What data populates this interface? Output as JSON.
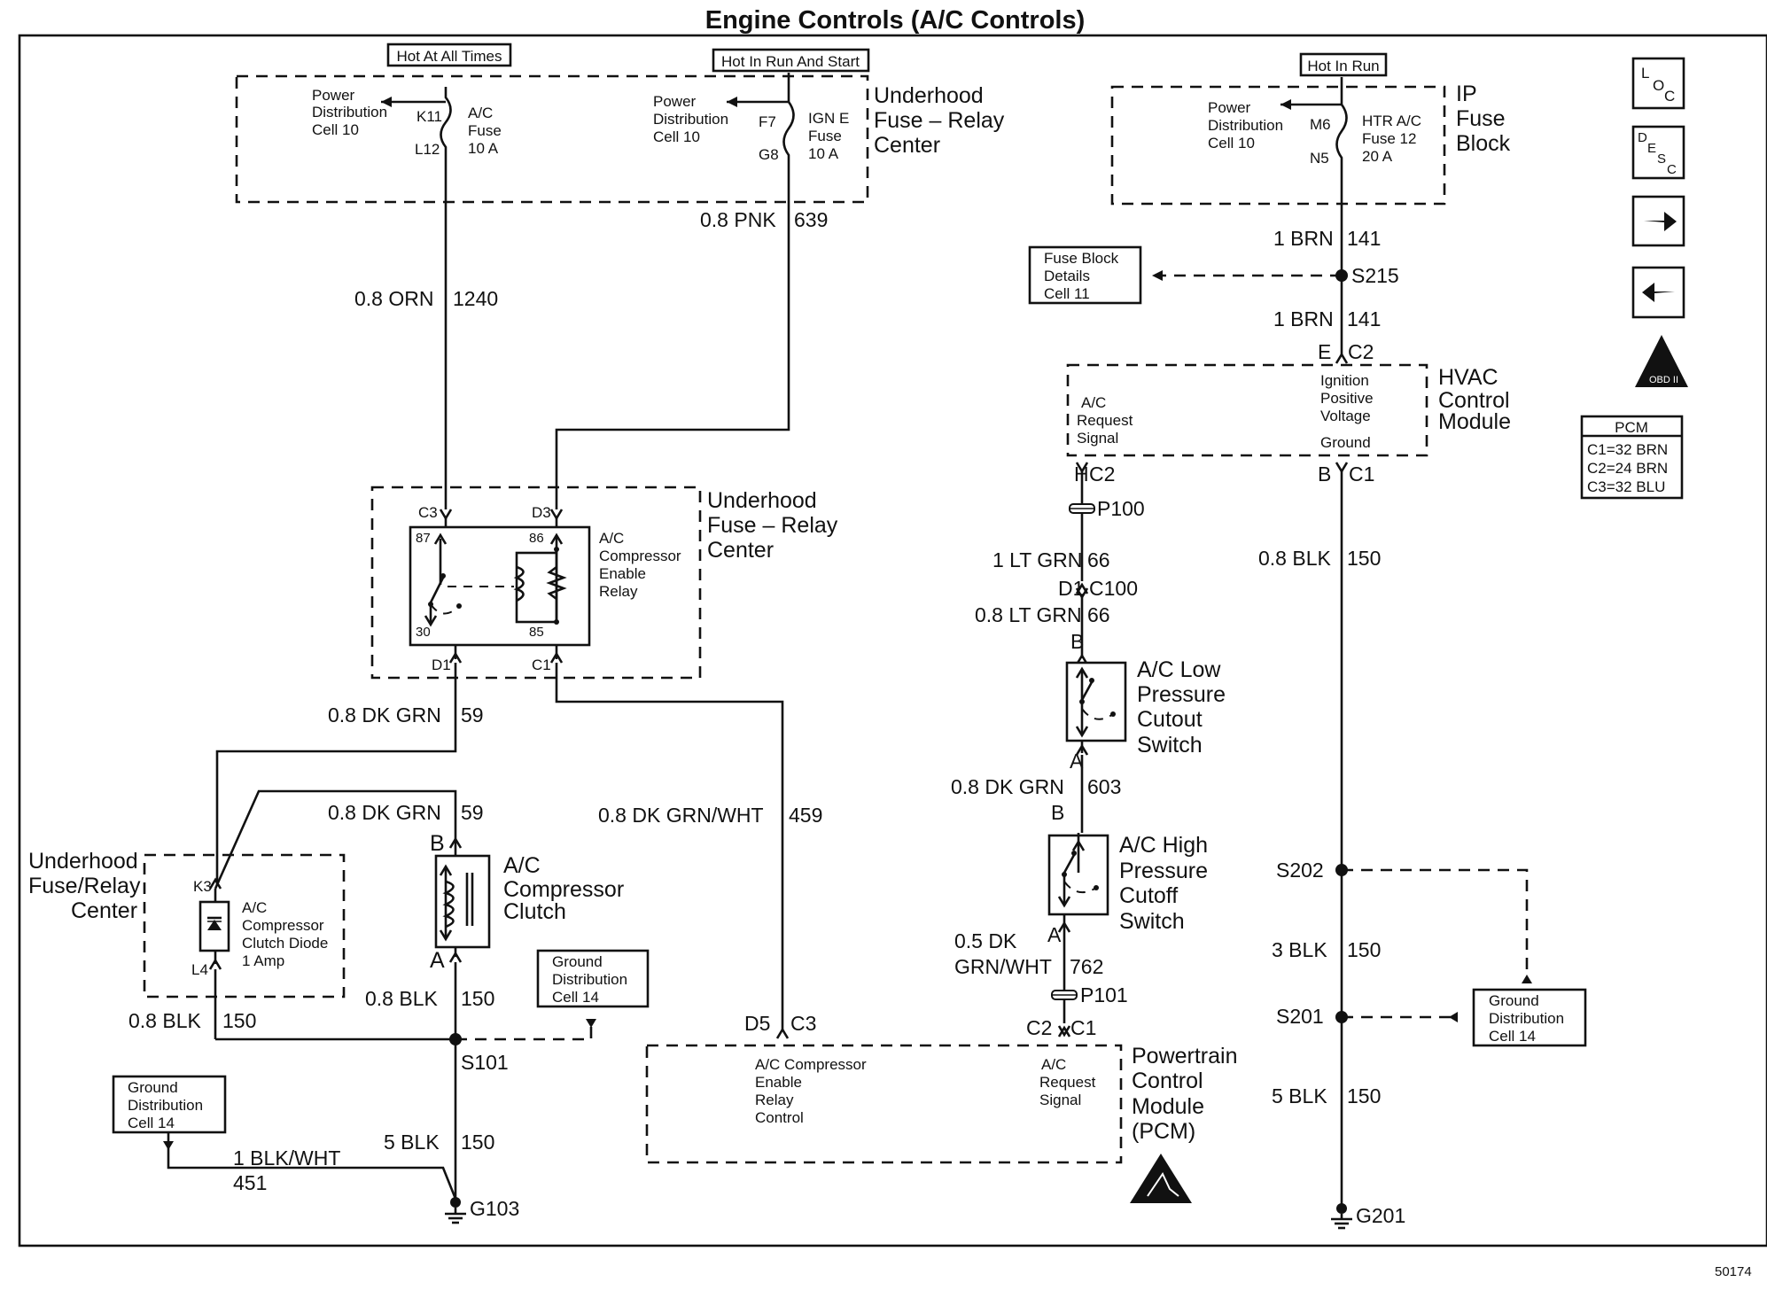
{
  "title": "Engine Controls (A/C Controls)",
  "figure_number": "50174",
  "nav_icons": {
    "loc": "LOC",
    "desc": "DESC",
    "forward": "right-arrow-icon",
    "back": "left-arrow-icon",
    "obd": "OBD II"
  },
  "pcm_table": {
    "header": "PCM",
    "rows": [
      "C1=32 BRN",
      "C2=24 BRN",
      "C3=32 BLU"
    ]
  },
  "hot_labels": {
    "all_times": "Hot At All Times",
    "run_start": "Hot In Run And Start",
    "run": "Hot In Run"
  },
  "underhood_fuse_top": {
    "name_lines": [
      "Underhood",
      "Fuse – Relay",
      "Center"
    ],
    "pd1_lines": [
      "Power",
      "Distribution",
      "Cell 10"
    ],
    "pd2_lines": [
      "Power",
      "Distribution",
      "Cell 10"
    ],
    "fuse1": {
      "pin_in": "K11",
      "pin_out": "L12",
      "lines": [
        "A/C",
        "Fuse",
        "10 A"
      ]
    },
    "fuse2": {
      "pin_in": "F7",
      "pin_out": "G8",
      "lines": [
        "IGN E",
        "Fuse",
        "10 A"
      ]
    }
  },
  "ip_fuse_block": {
    "name_lines": [
      "IP",
      "Fuse",
      "Block"
    ],
    "pd_lines": [
      "Power",
      "Distribution",
      "Cell 10"
    ],
    "pin_in": "M6",
    "pin_out": "N5",
    "fuse_lines": [
      "HTR A/C",
      "Fuse 12",
      "20 A"
    ]
  },
  "wires": {
    "w1240": {
      "color": "0.8 ORN",
      "circuit": "1240"
    },
    "w639": {
      "color": "0.8 PNK",
      "circuit": "639"
    },
    "w59a": {
      "color": "0.8 DK GRN",
      "circuit": "59"
    },
    "w59b": {
      "color": "0.8 DK GRN",
      "circuit": "59"
    },
    "w459": {
      "color": "0.8 DK GRN/WHT",
      "circuit": "459"
    },
    "w150a": {
      "color": "0.8 BLK",
      "circuit": "150"
    },
    "w150b": {
      "color": "0.8 BLK",
      "circuit": "150"
    },
    "w150c": {
      "color": "5 BLK",
      "circuit": "150"
    },
    "w451": {
      "color": "1 BLK/WHT",
      "circuit": "451"
    },
    "w141a": {
      "color": "1 BRN",
      "circuit": "141"
    },
    "w141b": {
      "color": "1 BRN",
      "circuit": "141"
    },
    "w66a": {
      "color": "1 LT GRN",
      "circuit": "66"
    },
    "w66b": {
      "color": "0.8 LT GRN",
      "circuit": "66"
    },
    "w603": {
      "color": "0.8 DK GRN",
      "circuit": "603"
    },
    "w762": {
      "color_lines": [
        "0.5 DK",
        "GRN/WHT"
      ],
      "circuit": "762"
    },
    "w150d": {
      "color": "0.8 BLK",
      "circuit": "150"
    },
    "w150e": {
      "color": "3 BLK",
      "circuit": "150"
    },
    "w150f": {
      "color": "5 BLK",
      "circuit": "150"
    }
  },
  "relay_center": {
    "name_lines": [
      "Underhood",
      "Fuse – Relay",
      "Center"
    ],
    "relay_lines": [
      "A/C",
      "Compressor",
      "Enable",
      "Relay"
    ],
    "conn": {
      "c3": "C3",
      "d3": "D3",
      "d1": "D1",
      "c1": "C1"
    },
    "pins": {
      "p87": "87",
      "p86": "86",
      "p30": "30",
      "p85": "85"
    }
  },
  "diode_center": {
    "name_lines": [
      "Underhood",
      "Fuse/Relay",
      "Center"
    ],
    "pin_top": "K3",
    "pin_bottom": "L4",
    "diode_lines": [
      "A/C",
      "Compressor",
      "Clutch Diode",
      "1 Amp"
    ]
  },
  "clutch": {
    "pin_top": "B",
    "pin_bottom": "A",
    "name_lines": [
      "A/C",
      "Compressor",
      "Clutch"
    ]
  },
  "splices": {
    "s101": "S101",
    "s215": "S215",
    "s202": "S202",
    "s201": "S201"
  },
  "grounds": {
    "g103": "G103",
    "g201": "G201"
  },
  "ref_boxes": {
    "gd1_lines": [
      "Ground",
      "Distribution",
      "Cell 14"
    ],
    "gd2_lines": [
      "Ground",
      "Distribution",
      "Cell 14"
    ],
    "gd3_lines": [
      "Ground",
      "Distribution",
      "Cell 14"
    ],
    "fuse_block_details_lines": [
      "Fuse Block",
      "Details",
      "Cell 11"
    ]
  },
  "hvac": {
    "name_lines": [
      "HVAC",
      "Control",
      "Module"
    ],
    "req_lines": [
      "A/C",
      "Request",
      "Signal"
    ],
    "ign_lines": [
      "Ignition",
      "Positive",
      "Voltage"
    ],
    "ground": "Ground",
    "pin_e": "E",
    "conn_e": "C2",
    "pin_h": "H",
    "conn_h": "C2",
    "pin_b": "B",
    "conn_b": "C1"
  },
  "connectors": {
    "p100": "P100",
    "p101": "P101",
    "d1": "D1",
    "c100": "C100",
    "d5": "D5",
    "c3": "C3",
    "c2": "C2",
    "c1": "C1"
  },
  "low_switch": {
    "pin_top": "B",
    "pin_bottom": "A",
    "name_lines": [
      "A/C Low",
      "Pressure",
      "Cutout",
      "Switch"
    ]
  },
  "high_switch": {
    "pin_top": "B",
    "pin_bottom": "A",
    "name_lines": [
      "A/C High",
      "Pressure",
      "Cutoff",
      "Switch"
    ]
  },
  "pcm": {
    "name_lines": [
      "Powertrain",
      "Control",
      "Module",
      "(PCM)"
    ],
    "left_lines": [
      "A/C Compressor",
      "Enable",
      "Relay",
      "Control"
    ],
    "right_lines": [
      "A/C",
      "Request",
      "Signal"
    ]
  }
}
